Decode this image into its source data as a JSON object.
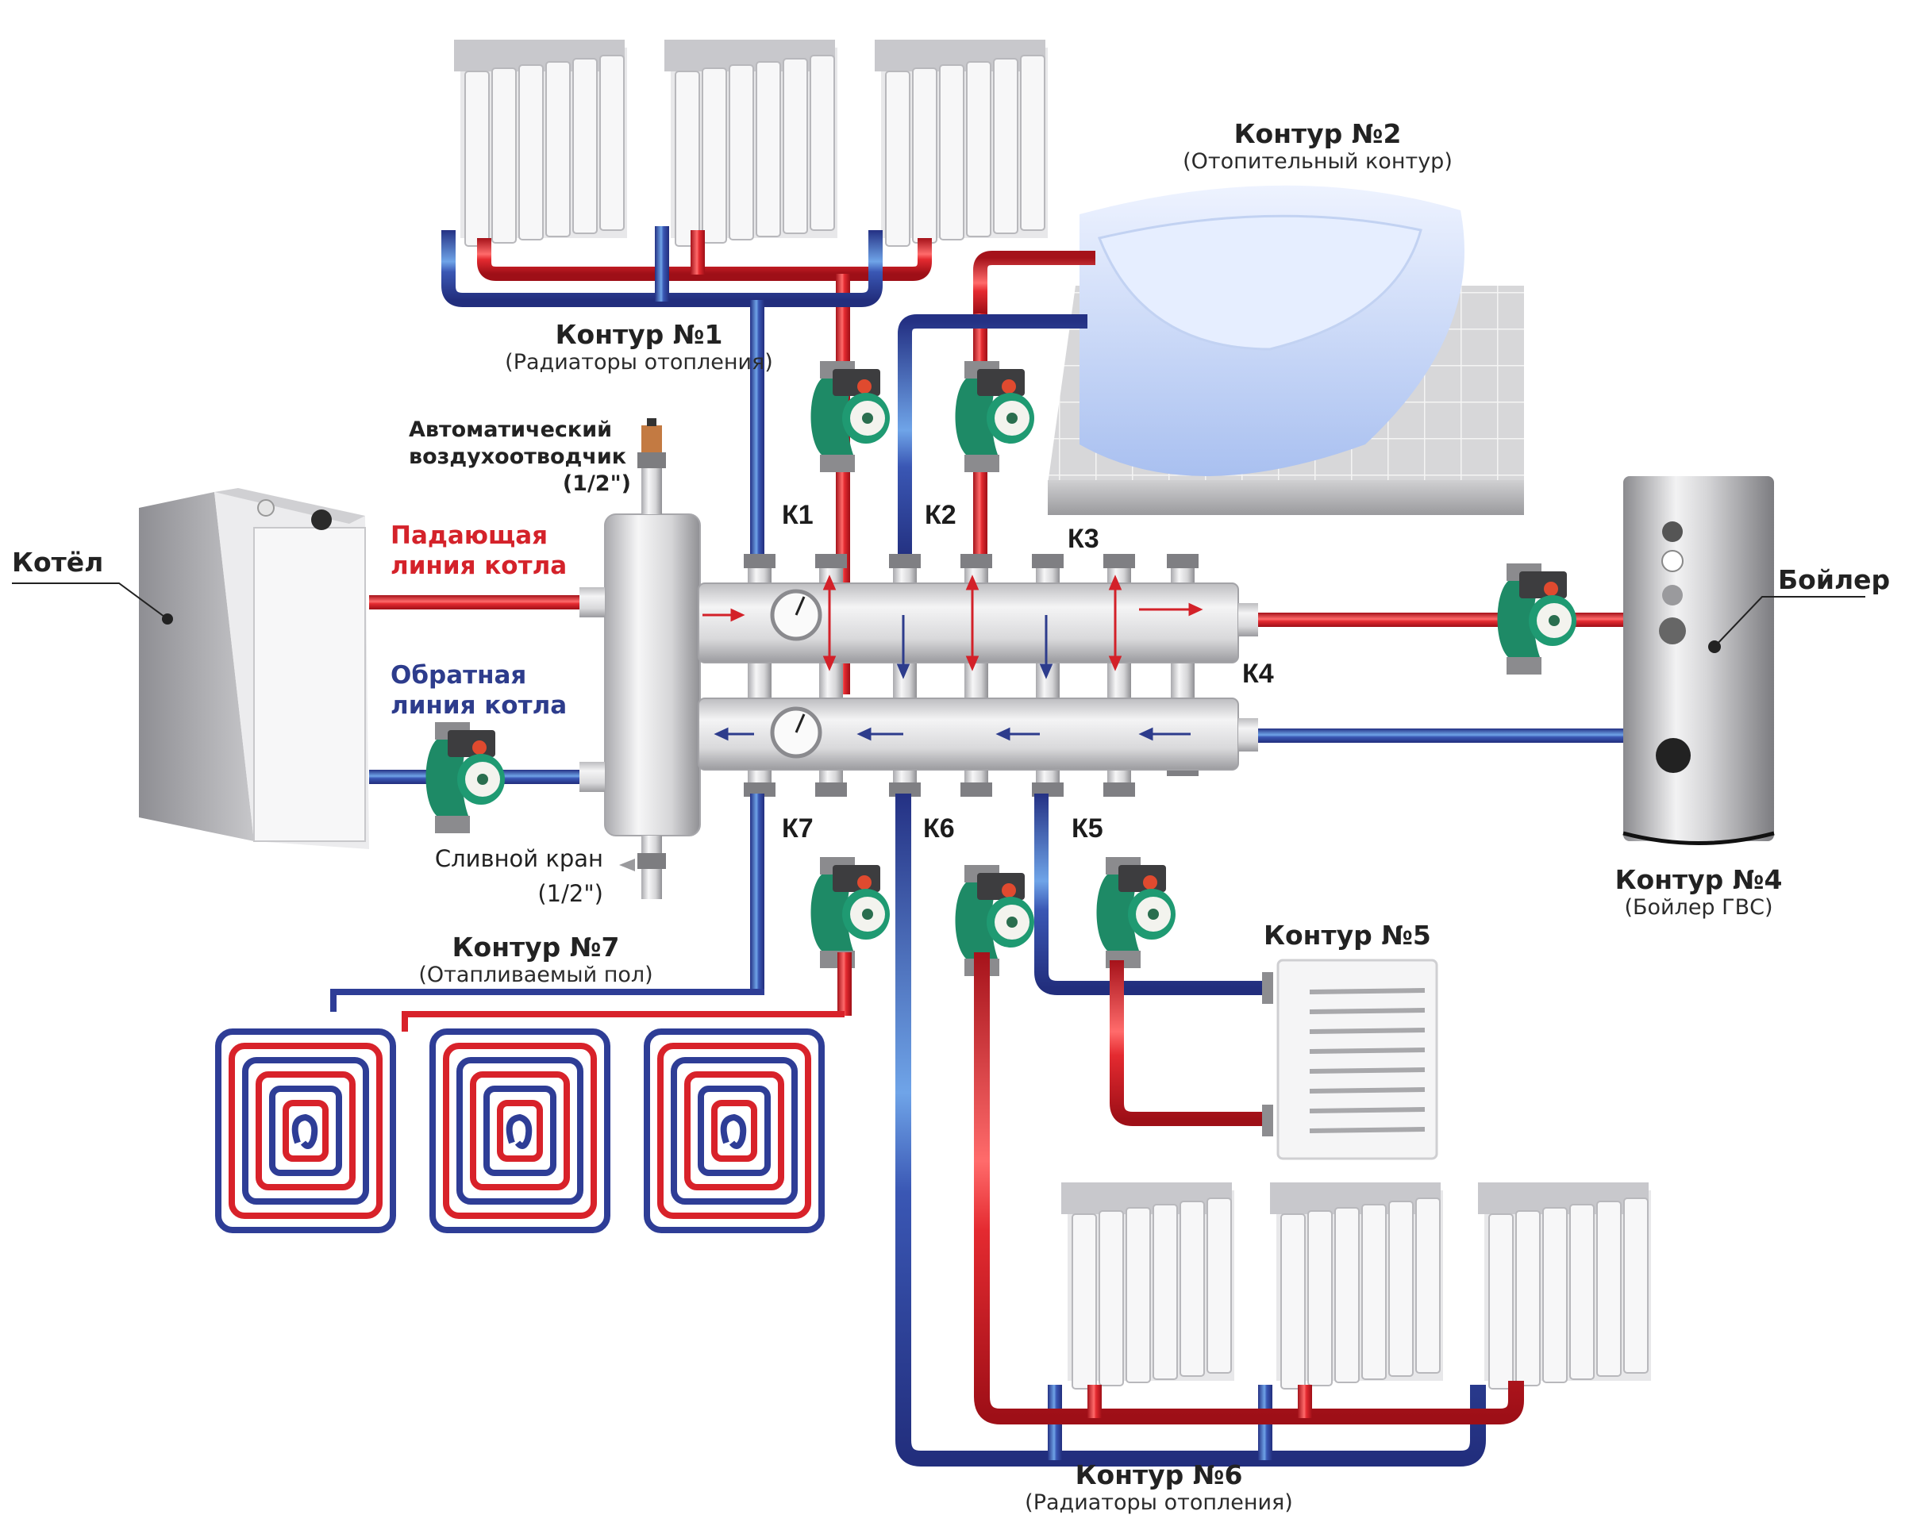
{
  "diagram": {
    "title": "Схема отопления с гидрострелкой и коллектором на 7 контуров",
    "colors": {
      "supply": "#d8222a",
      "return": "#2e3d96",
      "pump": "#1e8a66",
      "metal": "#c9c9cb"
    },
    "circuits": [
      {
        "id": "c1",
        "title": "Контур №1",
        "subtitle": "(Радиаторы отопления)"
      },
      {
        "id": "c2",
        "title": "Контур №2",
        "subtitle": "(Отопительный контур)"
      },
      {
        "id": "c4",
        "title": "Контур №4",
        "subtitle": "(Бойлер ГВС)"
      },
      {
        "id": "c5",
        "title": "Контур №5",
        "subtitle": ""
      },
      {
        "id": "c6",
        "title": "Контур №6",
        "subtitle": "(Радиаторы отопления)"
      },
      {
        "id": "c7",
        "title": "Контур №7",
        "subtitle": "(Отапливаемый пол)"
      }
    ],
    "k_labels": [
      "К1",
      "К2",
      "К3",
      "К4",
      "К5",
      "К6",
      "К7"
    ],
    "equipment": {
      "boiler_label": "Котёл",
      "water_heater_label": "Бойлер",
      "supply_line": [
        "Падающая",
        "линия котла"
      ],
      "return_line": [
        "Обратная",
        "линия котла"
      ],
      "air_vent": [
        "Автоматический",
        "воздухоотводчик",
        "(1/2\")"
      ],
      "drain_valve": [
        "Сливной кран",
        "(1/2\")"
      ]
    }
  }
}
